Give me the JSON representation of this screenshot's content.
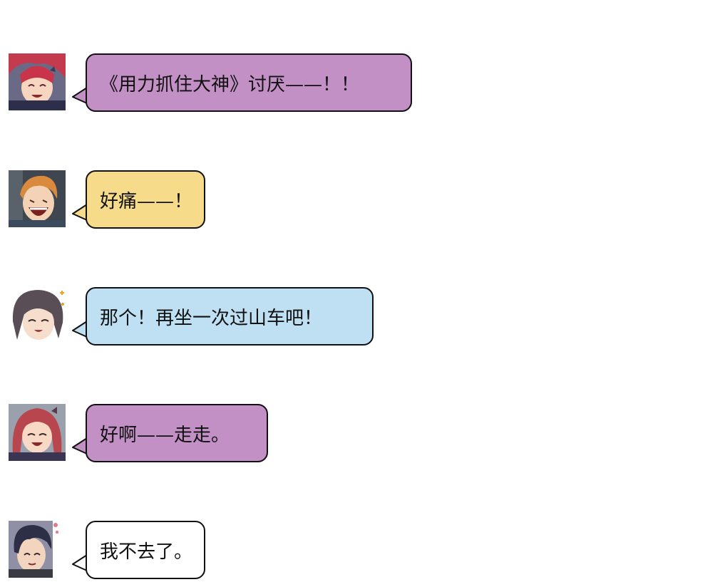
{
  "messages": [
    {
      "text": "《用力抓住大神》讨厌——！！",
      "color": "#c290c4",
      "avatar": "red-hair-girl-crying-avatar"
    },
    {
      "text": "好痛——！",
      "color": "#f6dc8a",
      "avatar": "orange-hair-boy-laughing-avatar"
    },
    {
      "text": "那个！再坐一次过山车吧！",
      "color": "#bfe0f3",
      "avatar": "dark-hair-girl-smiling-avatar"
    },
    {
      "text": "好啊——走走。",
      "color": "#c290c4",
      "avatar": "red-hair-girl-smiling-avatar"
    },
    {
      "text": "我不去了。",
      "color": "#ffffff",
      "avatar": "dark-hair-boy-avatar"
    }
  ]
}
